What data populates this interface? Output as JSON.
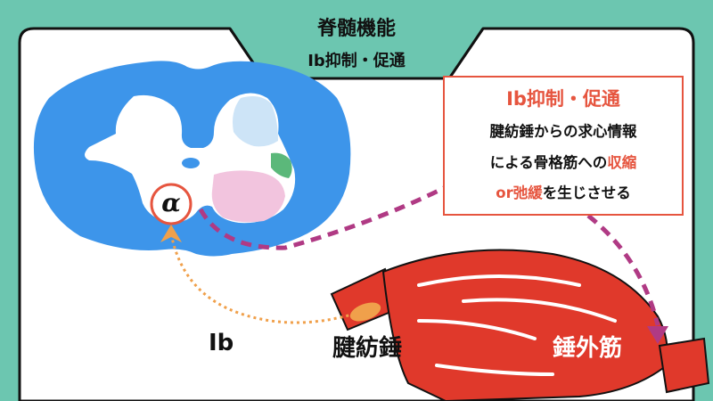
{
  "header": {
    "title": "脊髄機能",
    "subtitle": "Ib抑制・促通"
  },
  "callout": {
    "title": "Ⅰb抑制・促通",
    "line1": "腱紡錘からの求心情報",
    "line2_prefix": "による骨格筋への",
    "line2_accent": "収縮",
    "line3_accent": "or弛緩",
    "line3_suffix": "を生じさせる"
  },
  "labels": {
    "alpha": "α",
    "lb": "Ⅰb",
    "tendon_spindle": "腱紡錘",
    "extrafusal": "錘外筋"
  },
  "colors": {
    "background": "#6cc6b0",
    "spinal_cord": "#3d95ea",
    "muscle": "#e0392b",
    "callout_accent": "#e6553f",
    "efferent_arrow": "#b03a84",
    "afferent_arrow": "#f0a04b"
  }
}
